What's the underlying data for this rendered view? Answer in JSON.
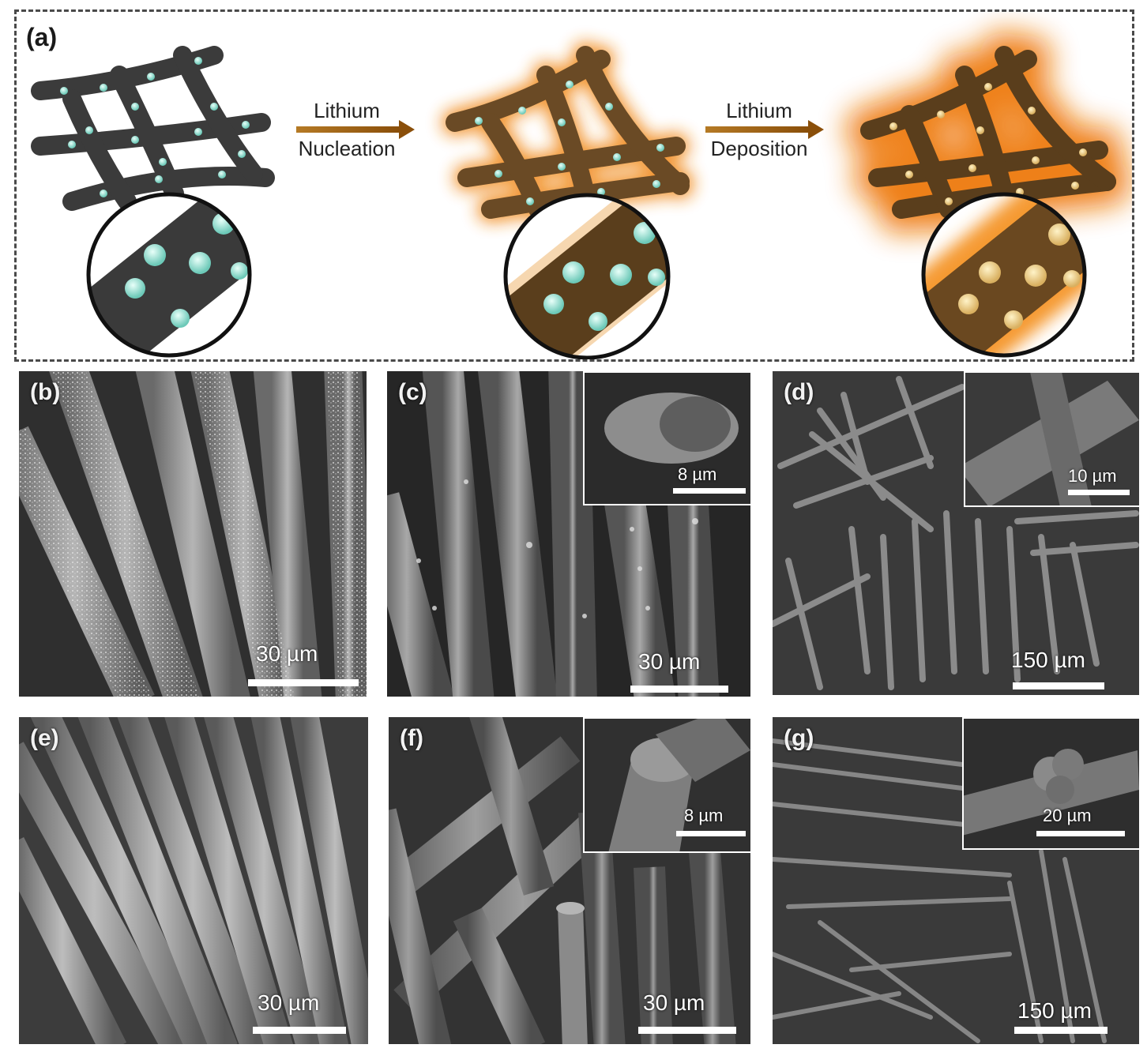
{
  "panel_a": {
    "label": "(a)",
    "arrow1_top": "Lithium",
    "arrow1_bottom": "Nucleation",
    "arrow2_top": "Lithium",
    "arrow2_bottom": "Deposition"
  },
  "panels": {
    "b": {
      "label": "(b)",
      "scale": "30 µm"
    },
    "c": {
      "label": "(c)",
      "scale": "30 µm",
      "inset_scale": "8 µm"
    },
    "d": {
      "label": "(d)",
      "scale": "150 µm",
      "inset_scale": "10 µm"
    },
    "e": {
      "label": "(e)",
      "scale": "30 µm"
    },
    "f": {
      "label": "(f)",
      "scale": "30 µm",
      "inset_scale": "8 µm"
    },
    "g": {
      "label": "(g)",
      "scale": "150 µm",
      "inset_scale": "20 µm"
    }
  },
  "colors": {
    "carbon_fiber": "#3a3a3a",
    "nanoparticle": "#8fe0d0",
    "lithium_glow": "#f08a1c",
    "arrow": "#9a5a10"
  }
}
